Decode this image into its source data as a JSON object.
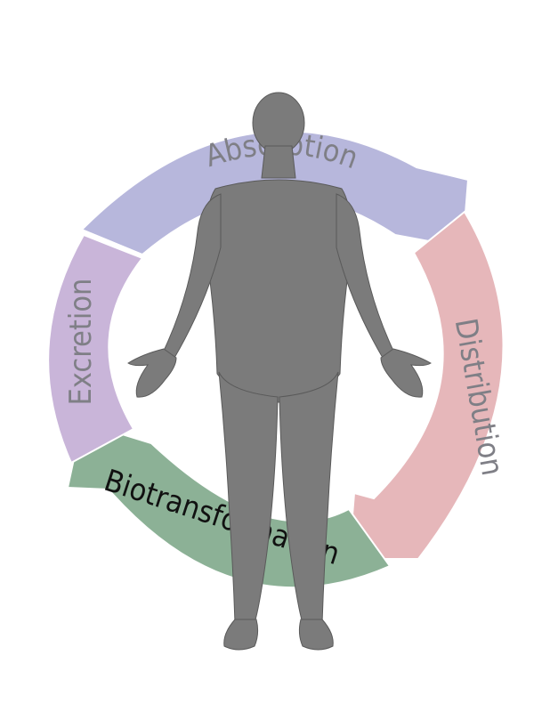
{
  "stages": [
    {
      "id": "absorption",
      "label": "Absorption",
      "color": "#b7b7dc",
      "text_color": "#7f7f86"
    },
    {
      "id": "distribution",
      "label": "Distribution",
      "color": "#e6b7ba",
      "text_color": "#7f7f86"
    },
    {
      "id": "biotransformation",
      "label": "Biotransformation",
      "color": "#8cb196",
      "text_color": "#111111"
    },
    {
      "id": "excretion",
      "label": "Excretion",
      "color": "#c9b5d9",
      "text_color": "#7f7f86"
    }
  ],
  "body_color": "#7b7b7b",
  "body_outline": "#5a5a5a"
}
